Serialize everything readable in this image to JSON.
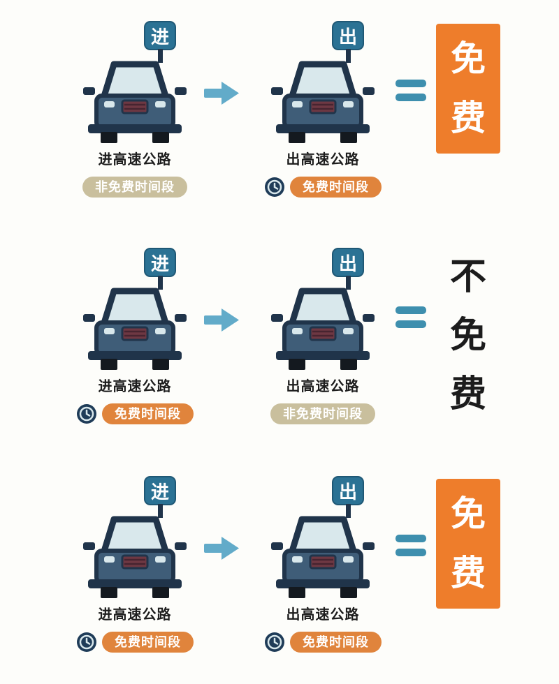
{
  "rows": [
    {
      "left": {
        "badge": "进",
        "label": "进高速公路",
        "tag": "非免费时间段",
        "tag_type": "nonfree",
        "has_clock": false
      },
      "right": {
        "badge": "出",
        "label": "出高速公路",
        "tag": "免费时间段",
        "tag_type": "free",
        "has_clock": true
      },
      "result": "免费",
      "result_type": "free"
    },
    {
      "left": {
        "badge": "进",
        "label": "进高速公路",
        "tag": "免费时间段",
        "tag_type": "free",
        "has_clock": true
      },
      "right": {
        "badge": "出",
        "label": "出高速公路",
        "tag": "非免费时间段",
        "tag_type": "nonfree",
        "has_clock": false
      },
      "result": "不免费",
      "result_type": "notfree"
    },
    {
      "left": {
        "badge": "进",
        "label": "进高速公路",
        "tag": "免费时间段",
        "tag_type": "free",
        "has_clock": true
      },
      "right": {
        "badge": "出",
        "label": "出高速公路",
        "tag": "免费时间段",
        "tag_type": "free",
        "has_clock": true
      },
      "result": "免费",
      "result_type": "free"
    }
  ],
  "icons": {
    "enter_sign": "enter-sign-badge",
    "exit_sign": "exit-sign-badge",
    "car": "car-front-icon",
    "clock": "clock-icon",
    "arrow": "right-arrow-icon",
    "equals": "equals-icon"
  },
  "colors": {
    "page-bg": "#fdfdfa",
    "car-body": "#3f5d78",
    "car-outline": "#20344a",
    "car-glass": "#d9e8ec",
    "grille": "#6e3843",
    "badge-bg": "#2b7294",
    "arrow": "#62abc9",
    "equals": "#3e8fae",
    "pill-free": "#e0843c",
    "pill-nonfree": "#c9bf9d",
    "result-box": "#ee7d2b",
    "result-text-free": "#ffffff",
    "result-text-notfree": "#1c1c1c",
    "clock-bg": "#1f3c58",
    "label-color": "#1d1d1d"
  }
}
